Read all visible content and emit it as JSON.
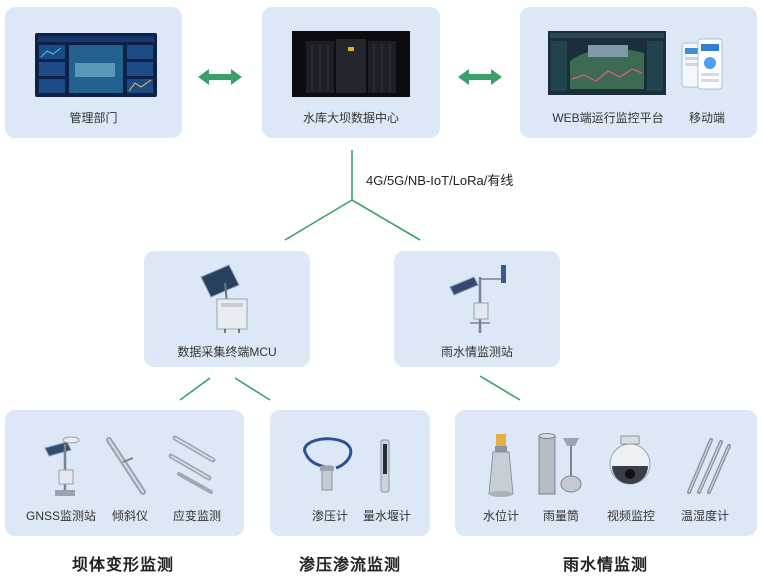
{
  "top": {
    "management": {
      "label": "管理部门"
    },
    "datacenter": {
      "label": "水库大坝数据中心"
    },
    "platform": {
      "web_label": "WEB端运行监控平台",
      "mobile_label": "移动端"
    }
  },
  "network": {
    "label": "4G/5G/NB-IoT/LoRa/有线"
  },
  "middle": {
    "mcu": {
      "label": "数据采集终端MCU"
    },
    "station": {
      "label": "雨水情监测站"
    }
  },
  "groups": {
    "deformation": {
      "title": "坝体变形监测",
      "items": [
        {
          "label": "GNSS监测站"
        },
        {
          "label": "倾斜仪"
        },
        {
          "label": "应变监测"
        }
      ]
    },
    "seepage": {
      "title": "渗压渗流监测",
      "items": [
        {
          "label": "渗压计"
        },
        {
          "label": "量水堰计"
        }
      ]
    },
    "rain": {
      "title": "雨水情监测",
      "items": [
        {
          "label": "水位计"
        },
        {
          "label": "雨量筒"
        },
        {
          "label": "视频监控"
        },
        {
          "label": "温湿度计"
        }
      ]
    }
  },
  "colors": {
    "box": "#dce8f5",
    "connector": "#3aa06a",
    "line": "#3aa06a"
  }
}
